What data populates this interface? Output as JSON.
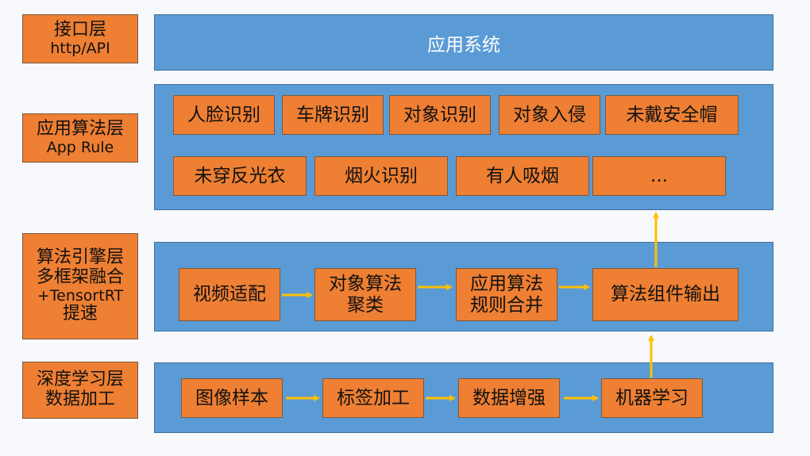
{
  "layers": {
    "interface": {
      "line1": "接口层",
      "line2": "http/API"
    },
    "app_algo": {
      "line1": "应用算法层",
      "line2": "App Rule"
    },
    "engine": {
      "line1": "算法引擎层",
      "line2": "多框架融合",
      "line3": "+TensortRT",
      "line4": "提速"
    },
    "deep": {
      "line1": "深度学习层",
      "line2": "数据加工"
    }
  },
  "app_system": {
    "title": "应用系统"
  },
  "app_algorithms": {
    "row1": [
      "人脸识别",
      "车牌识别",
      "对象识别",
      "对象入侵",
      "未戴安全帽"
    ],
    "row2": [
      "未穿反光衣",
      "烟火识别",
      "有人吸烟",
      "..."
    ]
  },
  "engine_flow": {
    "step1": "视频适配",
    "step2_line1": "对象算法",
    "step2_line2": "聚类",
    "step3_line1": "应用算法",
    "step3_line2": "规则合并",
    "step4": "算法组件输出"
  },
  "deep_flow": [
    "图像样本",
    "标签加工",
    "数据增强",
    "机器学习"
  ],
  "colors": {
    "panel_blue": "#5b9bd5",
    "node_orange": "#ee7f33",
    "arrow_yellow": "#ffc000"
  }
}
